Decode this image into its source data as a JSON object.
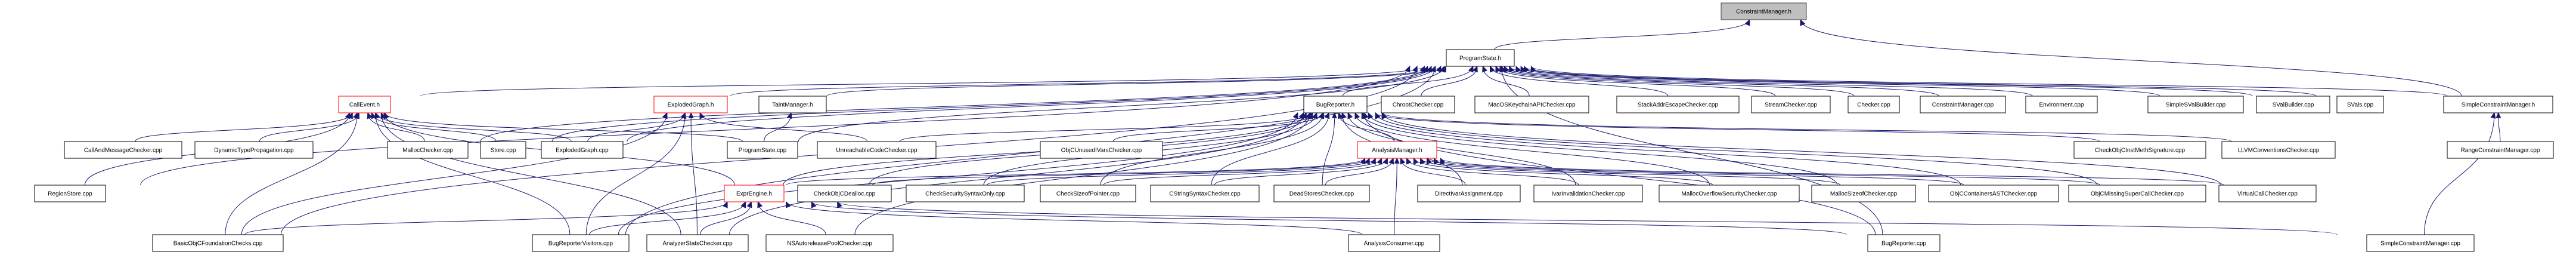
{
  "diagram": {
    "type": "include-dependency-graph",
    "root": "ConstraintManager.h",
    "colors": {
      "edge": "#191970",
      "root_fill": "#bfbfbf",
      "node_fill": "#ffffff",
      "node_border": "#000000",
      "truncated_border": "#ff0000"
    },
    "nodes": [
      {
        "id": "constraintmanager_h",
        "label": "ConstraintManager.h",
        "style": "root"
      },
      {
        "id": "programstate_h",
        "label": "ProgramState.h",
        "style": "normal"
      },
      {
        "id": "callevent_h",
        "label": "CallEvent.h",
        "style": "red"
      },
      {
        "id": "explodedgraph_h",
        "label": "ExplodedGraph.h",
        "style": "red"
      },
      {
        "id": "taintmanager_h",
        "label": "TaintManager.h",
        "style": "normal"
      },
      {
        "id": "bugreporter_h",
        "label": "BugReporter.h",
        "style": "normal"
      },
      {
        "id": "chrootchecker_cpp",
        "label": "ChrootChecker.cpp",
        "style": "normal"
      },
      {
        "id": "macoskeychain_cpp",
        "label": "MacOSKeychainAPIChecker.cpp",
        "style": "normal"
      },
      {
        "id": "stackaddrescape_cpp",
        "label": "StackAddrEscapeChecker.cpp",
        "style": "normal"
      },
      {
        "id": "streamchecker_cpp",
        "label": "StreamChecker.cpp",
        "style": "normal"
      },
      {
        "id": "checker_cpp",
        "label": "Checker.cpp",
        "style": "normal"
      },
      {
        "id": "constraintmanager_cpp",
        "label": "ConstraintManager.cpp",
        "style": "normal"
      },
      {
        "id": "environment_cpp",
        "label": "Environment.cpp",
        "style": "normal"
      },
      {
        "id": "simplesvalbuilder_cpp",
        "label": "SimpleSValBuilder.cpp",
        "style": "normal"
      },
      {
        "id": "svalbuilder_cpp",
        "label": "SValBuilder.cpp",
        "style": "normal"
      },
      {
        "id": "svals_cpp",
        "label": "SVals.cpp",
        "style": "normal"
      },
      {
        "id": "simpleconstraintmanager_h",
        "label": "SimpleConstraintManager.h",
        "style": "normal"
      },
      {
        "id": "callandmessage_cpp",
        "label": "CallAndMessageChecker.cpp",
        "style": "normal"
      },
      {
        "id": "dynamictypeprop_cpp",
        "label": "DynamicTypePropagation.cpp",
        "style": "normal"
      },
      {
        "id": "mallocchecker_cpp",
        "label": "MallocChecker.cpp",
        "style": "normal"
      },
      {
        "id": "store_cpp",
        "label": "Store.cpp",
        "style": "normal"
      },
      {
        "id": "explodedgraph_cpp",
        "label": "ExplodedGraph.cpp",
        "style": "normal"
      },
      {
        "id": "programstate_cpp",
        "label": "ProgramState.cpp",
        "style": "normal"
      },
      {
        "id": "unreachablecode_cpp",
        "label": "UnreachableCodeChecker.cpp",
        "style": "normal"
      },
      {
        "id": "objcunusedivars_cpp",
        "label": "ObjCUnusedIVarsChecker.cpp",
        "style": "normal"
      },
      {
        "id": "analysismanager_h",
        "label": "AnalysisManager.h",
        "style": "red"
      },
      {
        "id": "checkobjcinstmeth_cpp",
        "label": "CheckObjCInstMethSignature.cpp",
        "style": "normal"
      },
      {
        "id": "llvmconventions_cpp",
        "label": "LLVMConventionsChecker.cpp",
        "style": "normal"
      },
      {
        "id": "rangeconstraintmanager_cpp",
        "label": "RangeConstraintManager.cpp",
        "style": "normal"
      },
      {
        "id": "regionstore_cpp",
        "label": "RegionStore.cpp",
        "style": "normal"
      },
      {
        "id": "exprengine_h",
        "label": "ExprEngine.h",
        "style": "red"
      },
      {
        "id": "checkobjcdealloc_cpp",
        "label": "CheckObjCDealloc.cpp",
        "style": "normal"
      },
      {
        "id": "checksecuritysyntax_cpp",
        "label": "CheckSecuritySyntaxOnly.cpp",
        "style": "normal"
      },
      {
        "id": "checksizeofpointer_cpp",
        "label": "CheckSizeofPointer.cpp",
        "style": "normal"
      },
      {
        "id": "cstringsyntax_cpp",
        "label": "CStringSyntaxChecker.cpp",
        "style": "normal"
      },
      {
        "id": "deadstores_cpp",
        "label": "DeadStoresChecker.cpp",
        "style": "normal"
      },
      {
        "id": "directivar_cpp",
        "label": "DirectIvarAssignment.cpp",
        "style": "normal"
      },
      {
        "id": "ivarinvalidation_cpp",
        "label": "IvarInvalidationChecker.cpp",
        "style": "normal"
      },
      {
        "id": "mallocoverflow_cpp",
        "label": "MallocOverflowSecurityChecker.cpp",
        "style": "normal"
      },
      {
        "id": "mallocsizeof_cpp",
        "label": "MallocSizeofChecker.cpp",
        "style": "normal"
      },
      {
        "id": "objccontainersast_cpp",
        "label": "ObjCContainersASTChecker.cpp",
        "style": "normal"
      },
      {
        "id": "objcmissingsuper_cpp",
        "label": "ObjCMissingSuperCallChecker.cpp",
        "style": "normal"
      },
      {
        "id": "virtualcall_cpp",
        "label": "VirtualCallChecker.cpp",
        "style": "normal"
      },
      {
        "id": "basicobjcfoundation_cpp",
        "label": "BasicObjCFoundationChecks.cpp",
        "style": "normal"
      },
      {
        "id": "bugreportervisitors_cpp",
        "label": "BugReporterVisitors.cpp",
        "style": "normal"
      },
      {
        "id": "analyzerstats_cpp",
        "label": "AnalyzerStatsChecker.cpp",
        "style": "normal"
      },
      {
        "id": "nsautoreleasepool_cpp",
        "label": "NSAutoreleasePoolChecker.cpp",
        "style": "normal"
      },
      {
        "id": "analysisconsumer_cpp",
        "label": "AnalysisConsumer.cpp",
        "style": "normal"
      },
      {
        "id": "bugreporter_cpp",
        "label": "BugReporter.cpp",
        "style": "normal"
      },
      {
        "id": "simpleconstraintmanager_cpp",
        "label": "SimpleConstraintManager.cpp",
        "style": "normal"
      }
    ],
    "edges": [
      [
        "programstate_h",
        "constraintmanager_h"
      ],
      [
        "simpleconstraintmanager_h",
        "constraintmanager_h"
      ],
      [
        "callevent_h",
        "programstate_h"
      ],
      [
        "explodedgraph_h",
        "programstate_h"
      ],
      [
        "taintmanager_h",
        "programstate_h"
      ],
      [
        "bugreporter_h",
        "programstate_h"
      ],
      [
        "chrootchecker_cpp",
        "programstate_h"
      ],
      [
        "macoskeychain_cpp",
        "programstate_h"
      ],
      [
        "stackaddrescape_cpp",
        "programstate_h"
      ],
      [
        "streamchecker_cpp",
        "programstate_h"
      ],
      [
        "checker_cpp",
        "programstate_h"
      ],
      [
        "constraintmanager_cpp",
        "programstate_h"
      ],
      [
        "environment_cpp",
        "programstate_h"
      ],
      [
        "simplesvalbuilder_cpp",
        "programstate_h"
      ],
      [
        "svalbuilder_cpp",
        "programstate_h"
      ],
      [
        "svals_cpp",
        "programstate_h"
      ],
      [
        "simpleconstraintmanager_h",
        "programstate_h"
      ],
      [
        "mallocchecker_cpp",
        "programstate_h"
      ],
      [
        "store_cpp",
        "programstate_h"
      ],
      [
        "explodedgraph_cpp",
        "programstate_h"
      ],
      [
        "programstate_cpp",
        "programstate_h"
      ],
      [
        "regionstore_cpp",
        "programstate_h"
      ],
      [
        "basicobjcfoundation_cpp",
        "programstate_h"
      ],
      [
        "bugreportervisitors_cpp",
        "programstate_h"
      ],
      [
        "bugreporter_cpp",
        "programstate_h"
      ],
      [
        "callandmessage_cpp",
        "callevent_h"
      ],
      [
        "dynamictypeprop_cpp",
        "callevent_h"
      ],
      [
        "mallocchecker_cpp",
        "callevent_h"
      ],
      [
        "store_cpp",
        "callevent_h"
      ],
      [
        "explodedgraph_cpp",
        "callevent_h"
      ],
      [
        "programstate_cpp",
        "callevent_h"
      ],
      [
        "regionstore_cpp",
        "callevent_h"
      ],
      [
        "basicobjcfoundation_cpp",
        "callevent_h"
      ],
      [
        "bugreportervisitors_cpp",
        "callevent_h"
      ],
      [
        "analyzerstats_cpp",
        "callevent_h"
      ],
      [
        "exprengine_h",
        "callevent_h"
      ],
      [
        "explodedgraph_cpp",
        "explodedgraph_h"
      ],
      [
        "unreachablecode_cpp",
        "explodedgraph_h"
      ],
      [
        "bugreportervisitors_cpp",
        "explodedgraph_h"
      ],
      [
        "analyzerstats_cpp",
        "explodedgraph_h"
      ],
      [
        "basicobjcfoundation_cpp",
        "explodedgraph_h"
      ],
      [
        "programstate_cpp",
        "taintmanager_h"
      ],
      [
        "unreachablecode_cpp",
        "bugreporter_h"
      ],
      [
        "objcunusedivars_cpp",
        "bugreporter_h"
      ],
      [
        "analysismanager_h",
        "bugreporter_h"
      ],
      [
        "checkobjcinstmeth_cpp",
        "bugreporter_h"
      ],
      [
        "llvmconventions_cpp",
        "bugreporter_h"
      ],
      [
        "checkobjcdealloc_cpp",
        "bugreporter_h"
      ],
      [
        "checksecuritysyntax_cpp",
        "bugreporter_h"
      ],
      [
        "checksizeofpointer_cpp",
        "bugreporter_h"
      ],
      [
        "cstringsyntax_cpp",
        "bugreporter_h"
      ],
      [
        "deadstores_cpp",
        "bugreporter_h"
      ],
      [
        "directivar_cpp",
        "bugreporter_h"
      ],
      [
        "ivarinvalidation_cpp",
        "bugreporter_h"
      ],
      [
        "mallocoverflow_cpp",
        "bugreporter_h"
      ],
      [
        "mallocsizeof_cpp",
        "bugreporter_h"
      ],
      [
        "objccontainersast_cpp",
        "bugreporter_h"
      ],
      [
        "objcmissingsuper_cpp",
        "bugreporter_h"
      ],
      [
        "virtualcall_cpp",
        "bugreporter_h"
      ],
      [
        "exprengine_h",
        "bugreporter_h"
      ],
      [
        "bugreporter_cpp",
        "bugreporter_h"
      ],
      [
        "bugreportervisitors_cpp",
        "bugreporter_h"
      ],
      [
        "analyzerstats_cpp",
        "bugreporter_h"
      ],
      [
        "nsautoreleasepool_cpp",
        "bugreporter_h"
      ],
      [
        "exprengine_h",
        "analysismanager_h"
      ],
      [
        "checkobjcdealloc_cpp",
        "analysismanager_h"
      ],
      [
        "checksecuritysyntax_cpp",
        "analysismanager_h"
      ],
      [
        "checksizeofpointer_cpp",
        "analysismanager_h"
      ],
      [
        "cstringsyntax_cpp",
        "analysismanager_h"
      ],
      [
        "deadstores_cpp",
        "analysismanager_h"
      ],
      [
        "directivar_cpp",
        "analysismanager_h"
      ],
      [
        "ivarinvalidation_cpp",
        "analysismanager_h"
      ],
      [
        "mallocoverflow_cpp",
        "analysismanager_h"
      ],
      [
        "mallocsizeof_cpp",
        "analysismanager_h"
      ],
      [
        "objccontainersast_cpp",
        "analysismanager_h"
      ],
      [
        "objcmissingsuper_cpp",
        "analysismanager_h"
      ],
      [
        "virtualcall_cpp",
        "analysismanager_h"
      ],
      [
        "analysisconsumer_cpp",
        "analysismanager_h"
      ],
      [
        "basicobjcfoundation_cpp",
        "exprengine_h"
      ],
      [
        "bugreportervisitors_cpp",
        "exprengine_h"
      ],
      [
        "analyzerstats_cpp",
        "exprengine_h"
      ],
      [
        "nsautoreleasepool_cpp",
        "exprengine_h"
      ],
      [
        "analysisconsumer_cpp",
        "exprengine_h"
      ],
      [
        "bugreporter_cpp",
        "exprengine_h"
      ],
      [
        "simpleconstraintmanager_cpp",
        "exprengine_h"
      ],
      [
        "rangeconstraintmanager_cpp",
        "simpleconstraintmanager_h"
      ],
      [
        "simpleconstraintmanager_cpp",
        "simpleconstraintmanager_h"
      ]
    ]
  }
}
